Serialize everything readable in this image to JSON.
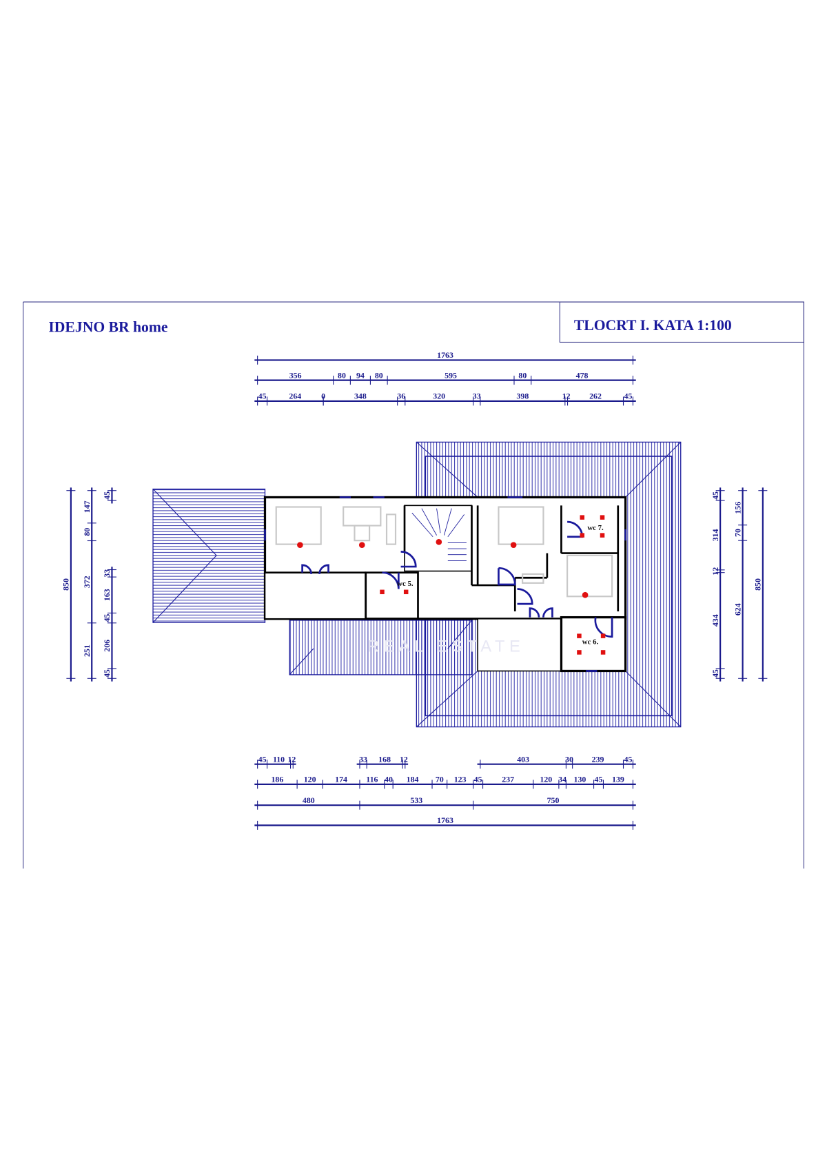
{
  "header": {
    "project_title": "IDEJNO BR home",
    "sheet_title": "TLOCRT  I. KATA 1:100"
  },
  "watermark": "REAL ESTATE",
  "rooms": [
    "wc 5.",
    "wc 6.",
    "wc 7."
  ],
  "colors": {
    "line": "#1a1a9c",
    "wall": "#000000",
    "marker": "#e01010"
  },
  "dimensions": {
    "total_width": 1763,
    "total_depth": 850,
    "top": [
      {
        "start": 0,
        "values": [
          1763
        ]
      },
      {
        "start": 0,
        "values": [
          356,
          80,
          94,
          80,
          595,
          80,
          478
        ]
      },
      {
        "start": 0,
        "values": [
          45,
          264,
          0,
          348,
          36,
          320,
          33,
          398,
          12,
          262,
          45
        ]
      }
    ],
    "bottom": [
      {
        "start": 0,
        "values": [
          45,
          110,
          12
        ]
      },
      {
        "start": 480,
        "values": [
          33,
          168,
          12
        ]
      },
      {
        "start": 1046,
        "values": [
          403,
          30,
          239,
          45
        ]
      },
      {
        "start": 0,
        "values": [
          186,
          120,
          174,
          116,
          40,
          184,
          70,
          123,
          45,
          237,
          120,
          34,
          130,
          45,
          139
        ]
      },
      {
        "start": 0,
        "values": [
          480,
          533,
          750
        ]
      },
      {
        "start": 0,
        "values": [
          1763
        ]
      }
    ],
    "left": [
      {
        "start": 0,
        "values": [
          850
        ]
      },
      {
        "start": 0,
        "values": [
          147,
          80,
          372,
          251
        ]
      },
      {
        "start": 0,
        "values": [
          45
        ]
      },
      {
        "start": 358,
        "values": [
          33,
          163,
          45,
          206,
          45
        ]
      }
    ],
    "right": [
      {
        "start": 0,
        "values": [
          45,
          314,
          12,
          434,
          45
        ]
      },
      {
        "start": 0,
        "values": [
          156,
          70,
          624
        ]
      },
      {
        "start": 0,
        "values": [
          850
        ]
      }
    ]
  }
}
